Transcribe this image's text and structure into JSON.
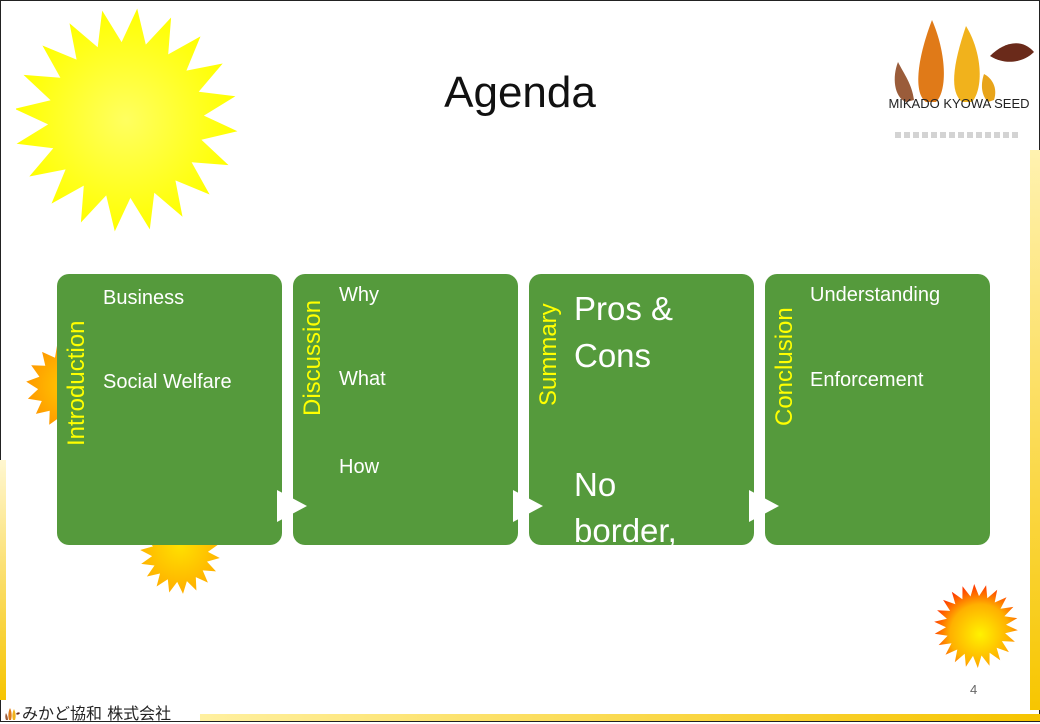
{
  "slide": {
    "title": "Agenda",
    "page_number": "4"
  },
  "logo": {
    "name": "MIKADO KYOWA SEED"
  },
  "footer": {
    "company": "みかど協和 株式会社"
  },
  "boxes": [
    {
      "heading": "Introduction",
      "items": [
        "Business",
        "Social Welfare"
      ]
    },
    {
      "heading": "Discussion",
      "items": [
        "Why",
        "What",
        "How"
      ]
    },
    {
      "heading": "Summary",
      "items": [
        "Pros &",
        "Cons",
        "No",
        "border,"
      ]
    },
    {
      "heading": "Conclusion",
      "items": [
        "Understanding",
        "Enforcement"
      ]
    }
  ],
  "colors": {
    "box_fill": "#559a3c",
    "heading_text": "#ffff00",
    "item_text": "#ffffff",
    "accent_gold": "#f6c400"
  },
  "icons": [
    "sun-icon",
    "sun-icon",
    "sun-icon",
    "sun-icon",
    "arrow-right-icon"
  ]
}
